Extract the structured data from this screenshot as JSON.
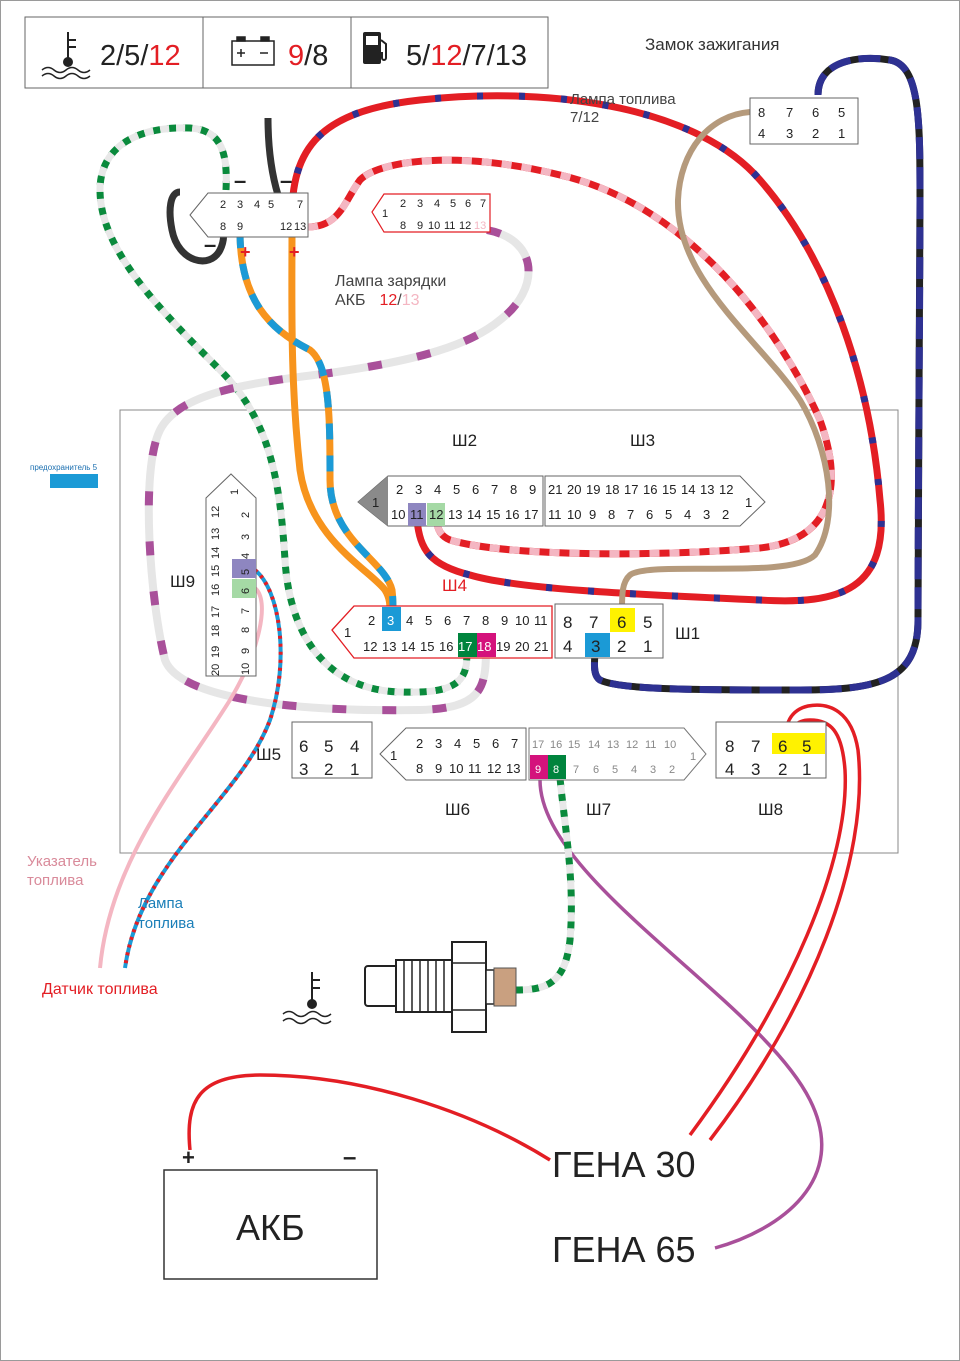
{
  "legend": {
    "temp": {
      "plain": "2/5/",
      "red": "12"
    },
    "battery": {
      "red": "9",
      "plain": "/8"
    },
    "fuel": {
      "a": "5/",
      "red": "12",
      "b": "/7/13"
    }
  },
  "labels": {
    "ignition": "Замок зажигания",
    "fuel_lamp": "Лампа топлива",
    "fuel_lamp_pins": "7/12",
    "charge_lamp_1": "Лампа зарядки",
    "charge_lamp_2": "АКБ",
    "charge_lamp_pin_a": "12",
    "charge_lamp_slash": "/",
    "charge_lamp_pin_b": "13",
    "fuse": "предохранитель 5",
    "fuel_gauge_1": "Указатель",
    "fuel_gauge_2": "топлива",
    "fuel_lamp2_1": "Лампа",
    "fuel_lamp2_2": "топлива",
    "fuel_sensor": "Датчик топлива",
    "battery": "АКБ",
    "plus": "+",
    "minus": "–",
    "gen30": "ГЕНА 30",
    "gen65": "ГЕНА 65"
  },
  "connectors": {
    "sh1": "Ш1",
    "sh2": "Ш2",
    "sh3": "Ш3",
    "sh4": "Ш4",
    "sh5": "Ш5",
    "sh6": "Ш6",
    "sh7": "Ш7",
    "sh8": "Ш8",
    "sh9": "Ш9"
  },
  "colors": {
    "red": "#e31e24",
    "navy": "#2e3192",
    "green": "#0a8a3c",
    "orange": "#f7941d",
    "blue": "#1b9ad6",
    "tan": "#b59a7c",
    "pink": "#f4b6c2",
    "purple": "#a9509a",
    "magenta": "#d4127c",
    "yellow": "#fff200",
    "dkgreen": "#00843d"
  }
}
